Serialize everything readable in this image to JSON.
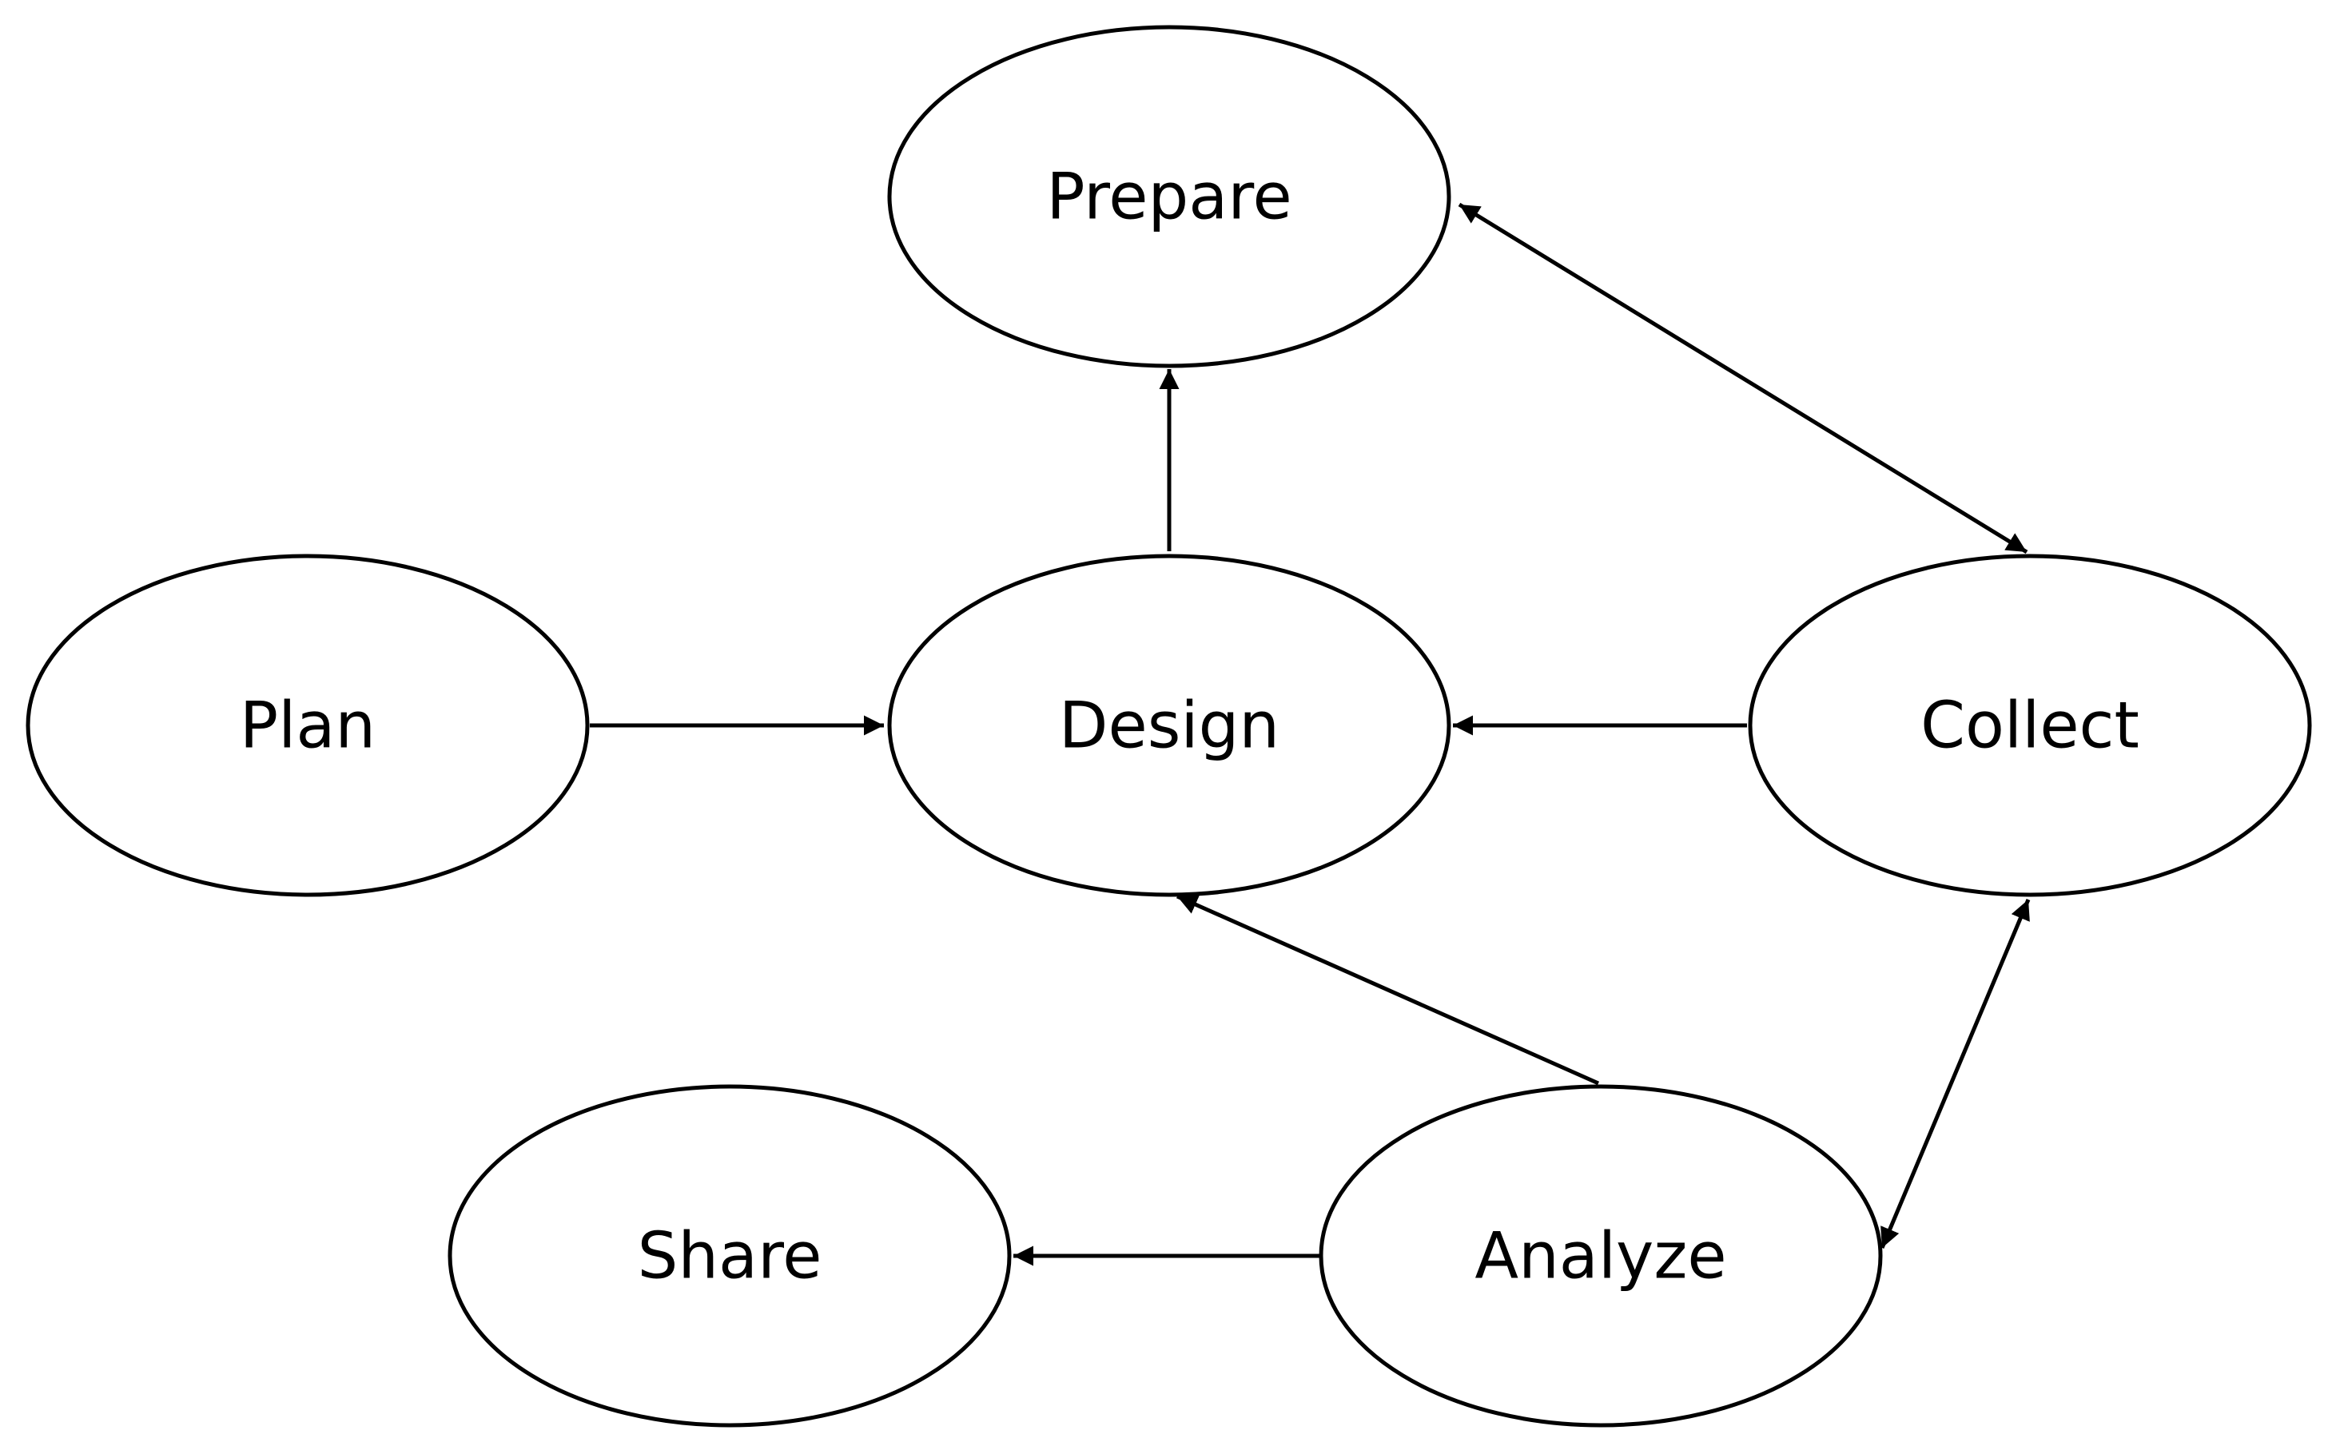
{
  "diagram": {
    "nodes": [
      {
        "id": "prepare",
        "label": "Prepare"
      },
      {
        "id": "plan",
        "label": "Plan"
      },
      {
        "id": "design",
        "label": "Design"
      },
      {
        "id": "collect",
        "label": "Collect"
      },
      {
        "id": "share",
        "label": "Share"
      },
      {
        "id": "analyze",
        "label": "Analyze"
      }
    ],
    "edges": [
      {
        "from": "design",
        "to": "prepare",
        "direction": "forward"
      },
      {
        "from": "plan",
        "to": "design",
        "direction": "forward"
      },
      {
        "from": "collect",
        "to": "design",
        "direction": "forward"
      },
      {
        "from": "prepare",
        "to": "collect",
        "direction": "both"
      },
      {
        "from": "analyze",
        "to": "design",
        "direction": "forward"
      },
      {
        "from": "analyze",
        "to": "collect",
        "direction": "both"
      },
      {
        "from": "analyze",
        "to": "share",
        "direction": "forward"
      }
    ]
  },
  "colors": {
    "stroke": "#000000",
    "fill": "#ffffff",
    "background": "#ffffff"
  }
}
